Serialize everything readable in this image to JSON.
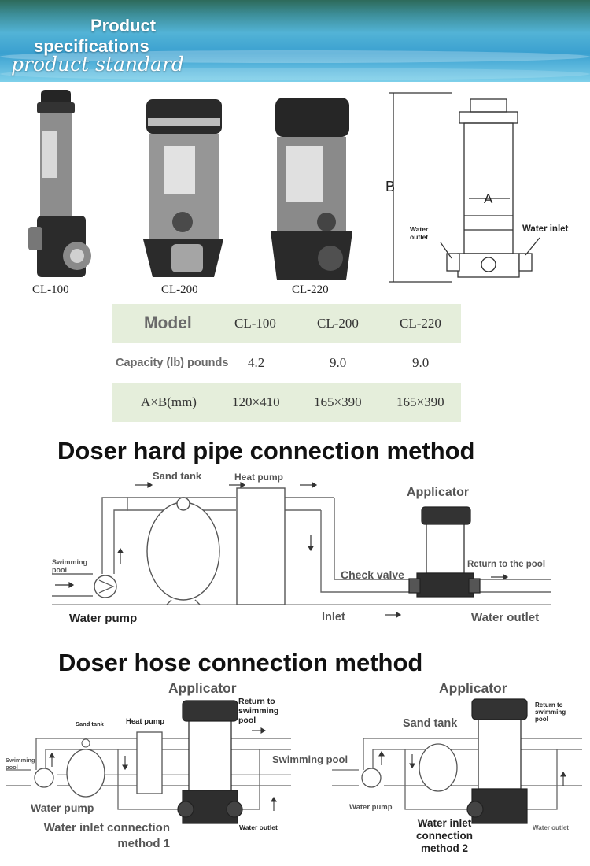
{
  "banner": {
    "title_line1": "Product",
    "title_line2": "specifications",
    "subtitle": "product standard"
  },
  "products": [
    {
      "caption": "CL-100"
    },
    {
      "caption": "CL-200"
    },
    {
      "caption": "CL-220"
    }
  ],
  "dimension_drawing": {
    "label_b": "B",
    "label_a": "A",
    "water_outlet": "Water outlet",
    "water_inlet": "Water inlet"
  },
  "spec_table": {
    "header": {
      "label": "Model",
      "values": [
        "CL-100",
        "CL-200",
        "CL-220"
      ]
    },
    "capacity": {
      "label": "Capacity (lb) pounds",
      "values": [
        "4.2",
        "9.0",
        "9.0"
      ]
    },
    "size": {
      "label": "A×B(mm)",
      "values": [
        "120×410",
        "165×390",
        "165×390"
      ]
    }
  },
  "hard_pipe": {
    "title": "Doser hard pipe connection method",
    "sand_tank": "Sand tank",
    "heat_pump": "Heat pump",
    "applicator": "Applicator",
    "swimming_pool": "Swimming pool",
    "return_to_pool": "Return to the pool",
    "check_valve": "Check valve",
    "water_pump": "Water pump",
    "inlet": "Inlet",
    "water_outlet": "Water outlet"
  },
  "hose": {
    "title": "Doser hose connection method",
    "left": {
      "applicator": "Applicator",
      "return_to_pool": "Return to swimming pool",
      "sand_tank": "Sand tank",
      "heat_pump": "Heat pump",
      "swimming_pool_small": "Swimming pool",
      "swimming_pool": "Swimming pool",
      "water_pump": "Water pump",
      "water_inlet_method": "Water inlet connection method 1",
      "water_outlet": "Water outlet"
    },
    "right": {
      "applicator": "Applicator",
      "return_to_pool": "Return to swimming pool",
      "sand_tank": "Sand tank",
      "water_pump": "Water pump",
      "water_inlet_method": "Water inlet connection method 2",
      "water_outlet": "Water outlet"
    }
  }
}
